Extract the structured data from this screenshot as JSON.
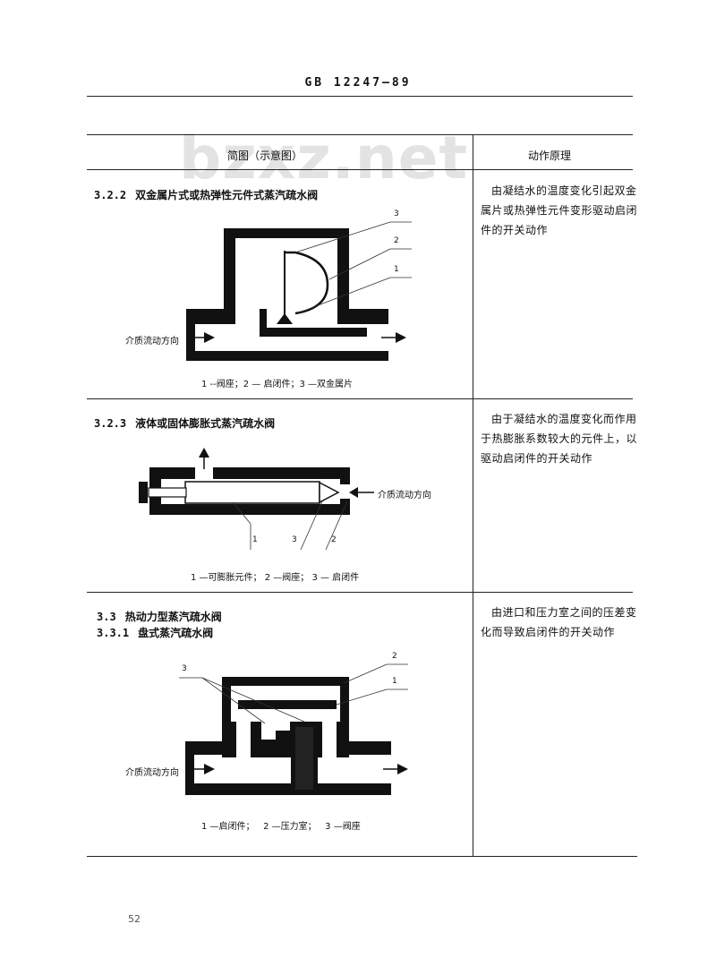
{
  "header": {
    "doc_code": "GB 12247—89"
  },
  "watermark": "bzxz.net",
  "table": {
    "col_diagram": "简图（示意图）",
    "col_principle": "动作原理"
  },
  "sections": {
    "s322": {
      "number": "3.2.2",
      "title": "双金属片式或热弹性元件式蒸汽疏水阀",
      "principle": "由凝结水的温度变化引起双金属片或热弹性元件变形驱动启闭件的开关动作",
      "flow_label": "介质流动方向",
      "caption": "1 --阀座；2 — 启闭件；3 —双金属片",
      "callouts": [
        "3",
        "2",
        "1"
      ]
    },
    "s323": {
      "number": "3.2.3",
      "title": "液体或固体膨胀式蒸汽疏水阀",
      "principle": "由于凝结水的温度变化而作用于热膨胀系数较大的元件上，以驱动启闭件的开关动作",
      "flow_label": "介质流动方向",
      "caption": "1 —可膨胀元件； 2 —阀座； 3 — 启闭件",
      "callouts": [
        "1",
        "3",
        "2"
      ]
    },
    "s33": {
      "number": "3.3",
      "title": "热动力型蒸汽疏水阀"
    },
    "s331": {
      "number": "3.3.1",
      "title": "盘式蒸汽疏水阀",
      "principle": "由进口和压力室之间的压差变化而导致启闭件的开关动作",
      "flow_label": "介质流动方向",
      "caption": "1 —启闭件；   2 —压力室；   3 —阀座",
      "callouts": [
        "3",
        "2",
        "1"
      ]
    }
  },
  "footer": {
    "page_number": "52"
  }
}
